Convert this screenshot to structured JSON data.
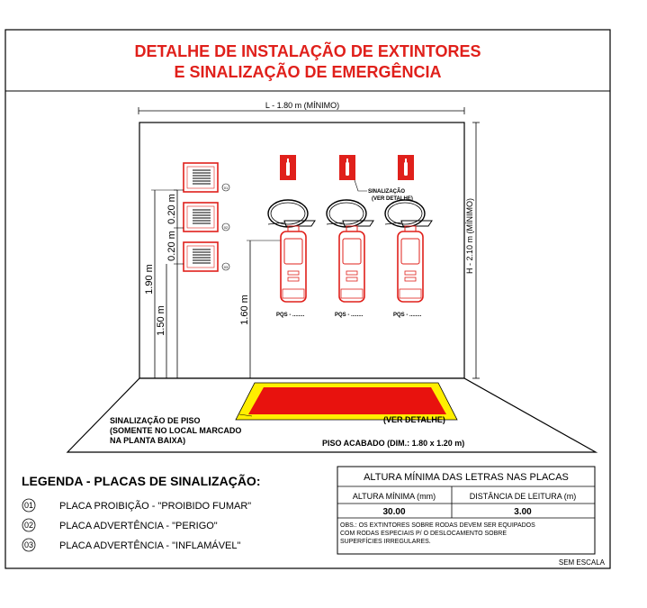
{
  "title": {
    "line1": "DETALHE DE INSTALAÇÃO DE EXTINTORES",
    "line2": "E SINALIZAÇÃO DE EMERGÊNCIA"
  },
  "dimensions": {
    "width": "L - 1.80 m (MÍNIMO)",
    "height": "H - 2.10 m (MÍNIMO)",
    "sign_spacing_1": "0.20 m",
    "sign_spacing_2": "0.20 m",
    "sign_top": "1.90 m",
    "sign_bottom": "1.50 m",
    "extinguisher_height": "1.60 m"
  },
  "signs": {
    "badges": [
      "01",
      "02",
      "03"
    ]
  },
  "extinguishers": {
    "labels": [
      "PQS - ........",
      "PQS - ........",
      "PQS - ........"
    ],
    "signage_callout_line1": "SINALIZAÇÃO",
    "signage_callout_line2": "(VER DETALHE)"
  },
  "floor": {
    "signage_line1": "SINALIZAÇÃO DE PISO",
    "signage_line2": "(SOMENTE NO LOCAL MARCADO",
    "signage_line3": "NA PLANTA BAIXA)",
    "detail_ref": "(VER DETALHE)",
    "finished_floor": "PISO ACABADO (DIM.: 1.80 x 1.20 m)"
  },
  "legend": {
    "title": "LEGENDA - PLACAS DE SINALIZAÇÃO:",
    "items": [
      {
        "num": "01",
        "text": "PLACA PROIBIÇÃO - \"PROIBIDO FUMAR\""
      },
      {
        "num": "02",
        "text": "PLACA ADVERTÊNCIA - \"PERIGO\""
      },
      {
        "num": "03",
        "text": "PLACA ADVERTÊNCIA - \"INFLAMÁVEL\""
      }
    ]
  },
  "letters_table": {
    "title": "ALTURA MÍNIMA DAS LETRAS NAS PLACAS",
    "col1_header": "ALTURA MÍNIMA (mm)",
    "col2_header": "DISTÂNCIA DE LEITURA (m)",
    "col1_value": "30.00",
    "col2_value": "3.00",
    "obs_line1": "OBS.: OS EXTINTORES SOBRE RODAS DEVEM SER EQUIPADOS",
    "obs_line2": "COM RODAS  ESPECIAIS P/ O DESLOCAMENTO SOBRE",
    "obs_line3": "SUPERFÍCIES IRREGULARES."
  },
  "scale_note": "SEM ESCALA",
  "colors": {
    "red": "#e0201b",
    "yellow": "#ffef00",
    "floor_red": "#e8120e"
  }
}
